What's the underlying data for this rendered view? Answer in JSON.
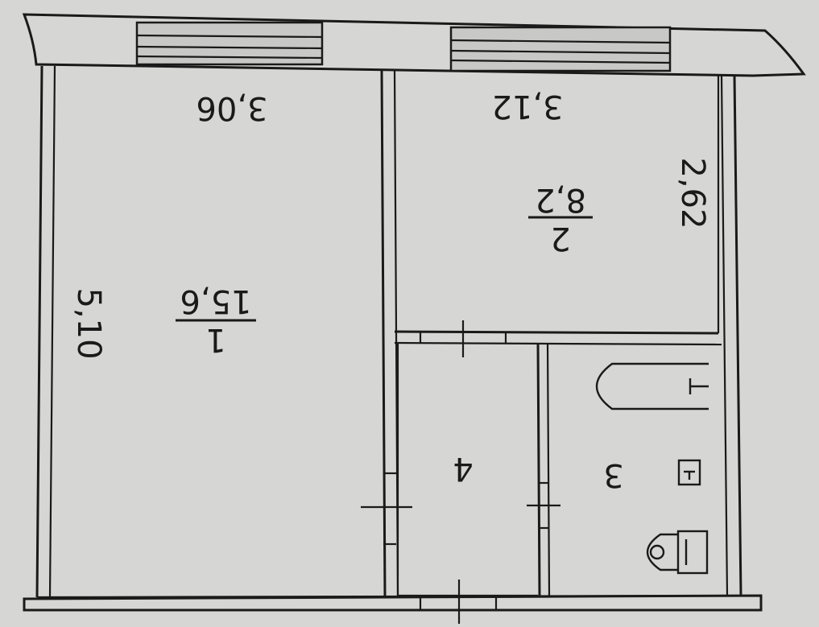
{
  "plan": {
    "room1": {
      "number": "1",
      "area": "15,6"
    },
    "room2": {
      "number": "2",
      "area": "8,2"
    },
    "room3": {
      "number": "3"
    },
    "room4": {
      "number": "4"
    },
    "dimensions": {
      "room1_width": "3,06",
      "room1_length": "5,10",
      "room2_width": "3,12",
      "room2_length": "2,62"
    }
  },
  "colors": {
    "background": "#d6d6d4",
    "lines": "#1a1a1a",
    "window_fill": "#c8c8c6"
  }
}
